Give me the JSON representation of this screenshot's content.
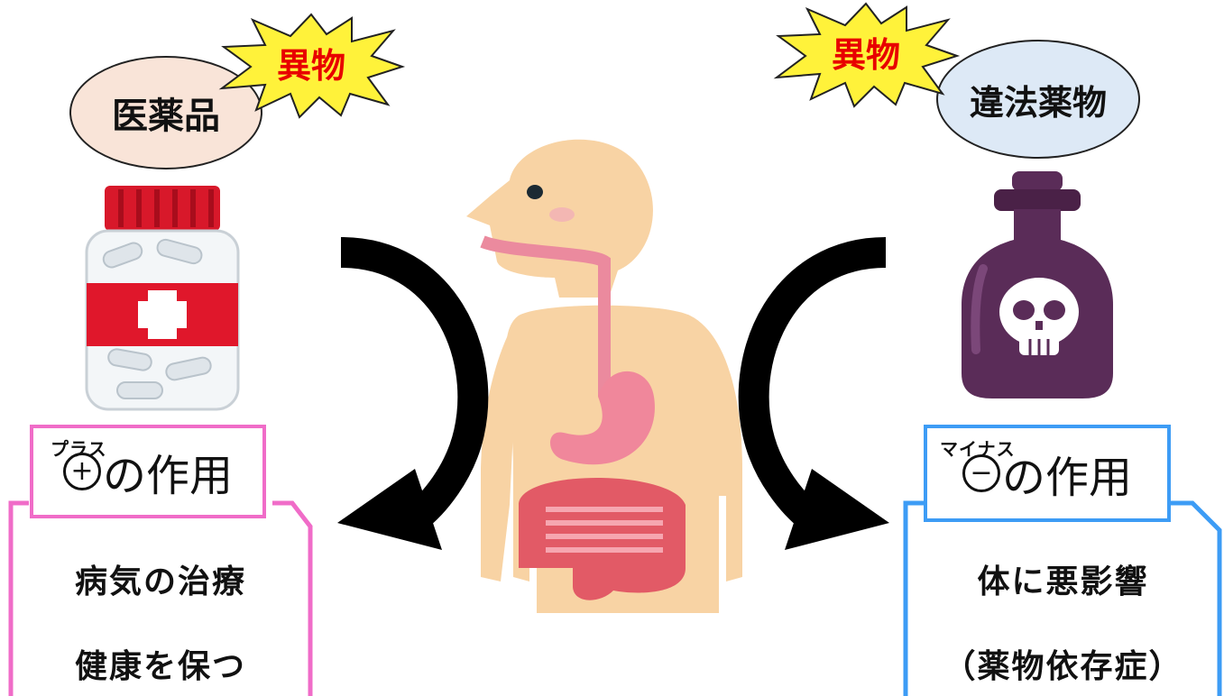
{
  "left": {
    "bubble_label": "医薬品",
    "burst_label": "異物",
    "effect_ruby": "プラス",
    "effect_symbol": "+",
    "effect_title": "の作用",
    "effects": [
      "病気の治療",
      "健康を保つ"
    ],
    "frame_color": "#f06cc8",
    "bubble_color": "#f9e4d8"
  },
  "right": {
    "bubble_label": "違法薬物",
    "burst_label": "異物",
    "effect_ruby": "マイナス",
    "effect_symbol": "−",
    "effect_title": "の作用",
    "effects": [
      "体に悪影響",
      "（薬物依存症）"
    ],
    "frame_color": "#3d9cf5",
    "bubble_color": "#dde9f6"
  },
  "icons": {
    "medicine": "medicine-bottle-icon",
    "poison": "poison-bottle-icon",
    "body": "digestive-body-icon"
  },
  "colors": {
    "burst_fill": "#fff23a",
    "burst_text": "#e80000"
  }
}
